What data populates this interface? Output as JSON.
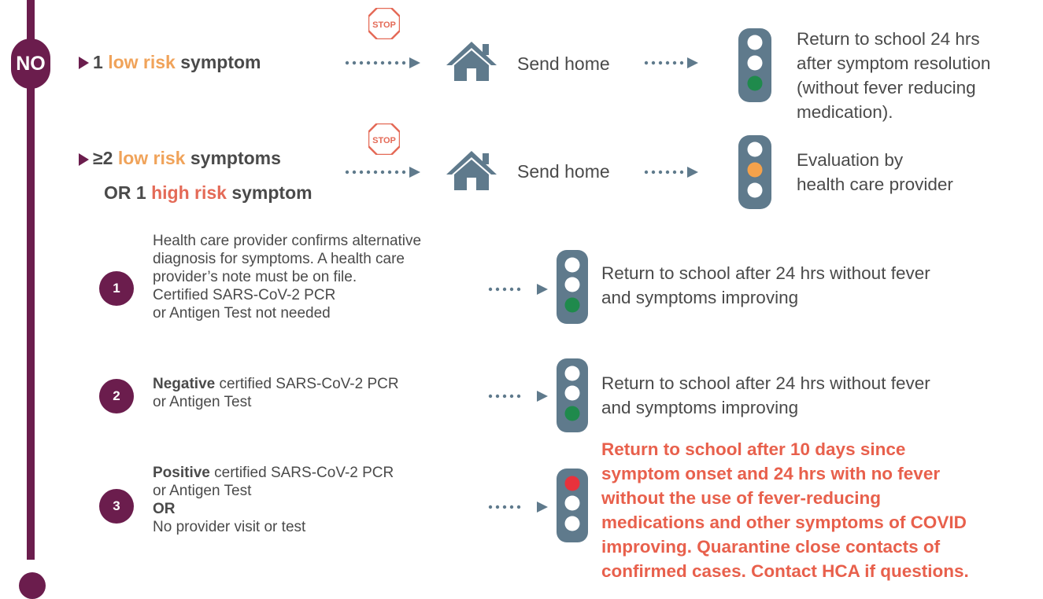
{
  "colors": {
    "purple": "#6b1d4d",
    "slate": "#5f7a8c",
    "green": "#1f8a4c",
    "amber": "#f5a24b",
    "red": "#e8323c",
    "orange_text": "#f0a35a",
    "red_text": "#e8604c"
  },
  "no_label": "NO",
  "stop_sign_text": "STOP",
  "row1": {
    "count": "1",
    "low_risk": "low risk",
    "symptom": "symptom",
    "send_home": "Send home",
    "outcome": [
      "Return to school 24 hrs",
      "after symptom resolution",
      "(without fever reducing",
      "medication)."
    ]
  },
  "row2": {
    "count": "≥2",
    "low_risk": "low risk",
    "symptoms": "symptoms",
    "or_1": "OR 1",
    "high_risk": "high risk",
    "symptom": "symptom",
    "send_home": "Send home",
    "outcome": [
      "Evaluation by",
      "health care provider"
    ]
  },
  "case1": {
    "number": "1",
    "text": [
      "Health care provider confirms alternative",
      "diagnosis for symptoms. A health care",
      "provider’s note must be on file.",
      "Certified SARS-CoV-2 PCR",
      "or Antigen Test not needed"
    ],
    "outcome": [
      "Return to school after 24 hrs without fever",
      "and symptoms improving"
    ]
  },
  "case2": {
    "number": "2",
    "bold": "Negative",
    "text_rest": " certified SARS-CoV-2 PCR",
    "text_line2": "or Antigen Test",
    "outcome": [
      "Return to school after 24 hrs without fever",
      "and symptoms improving"
    ]
  },
  "case3": {
    "number": "3",
    "bold": "Positive",
    "text_rest": " certified SARS-CoV-2 PCR",
    "text_line2": "or Antigen Test",
    "or": "OR",
    "text_line4": "No provider visit or test",
    "outcome": [
      "Return to school after 10 days since",
      "symptom onset and 24 hrs with no fever",
      "without the use of fever-reducing",
      "medications and other symptoms of COVID",
      "improving. Quarantine close contacts of",
      "confirmed cases. Contact HCA if questions."
    ]
  },
  "icons": {
    "stop": "stop-sign-icon",
    "home": "house-icon",
    "light_green": "traffic-light-green-icon",
    "light_amber": "traffic-light-amber-icon",
    "light_red": "traffic-light-red-icon",
    "arrow": "dotted-arrow-icon",
    "bullet": "triangle-bullet-icon"
  }
}
